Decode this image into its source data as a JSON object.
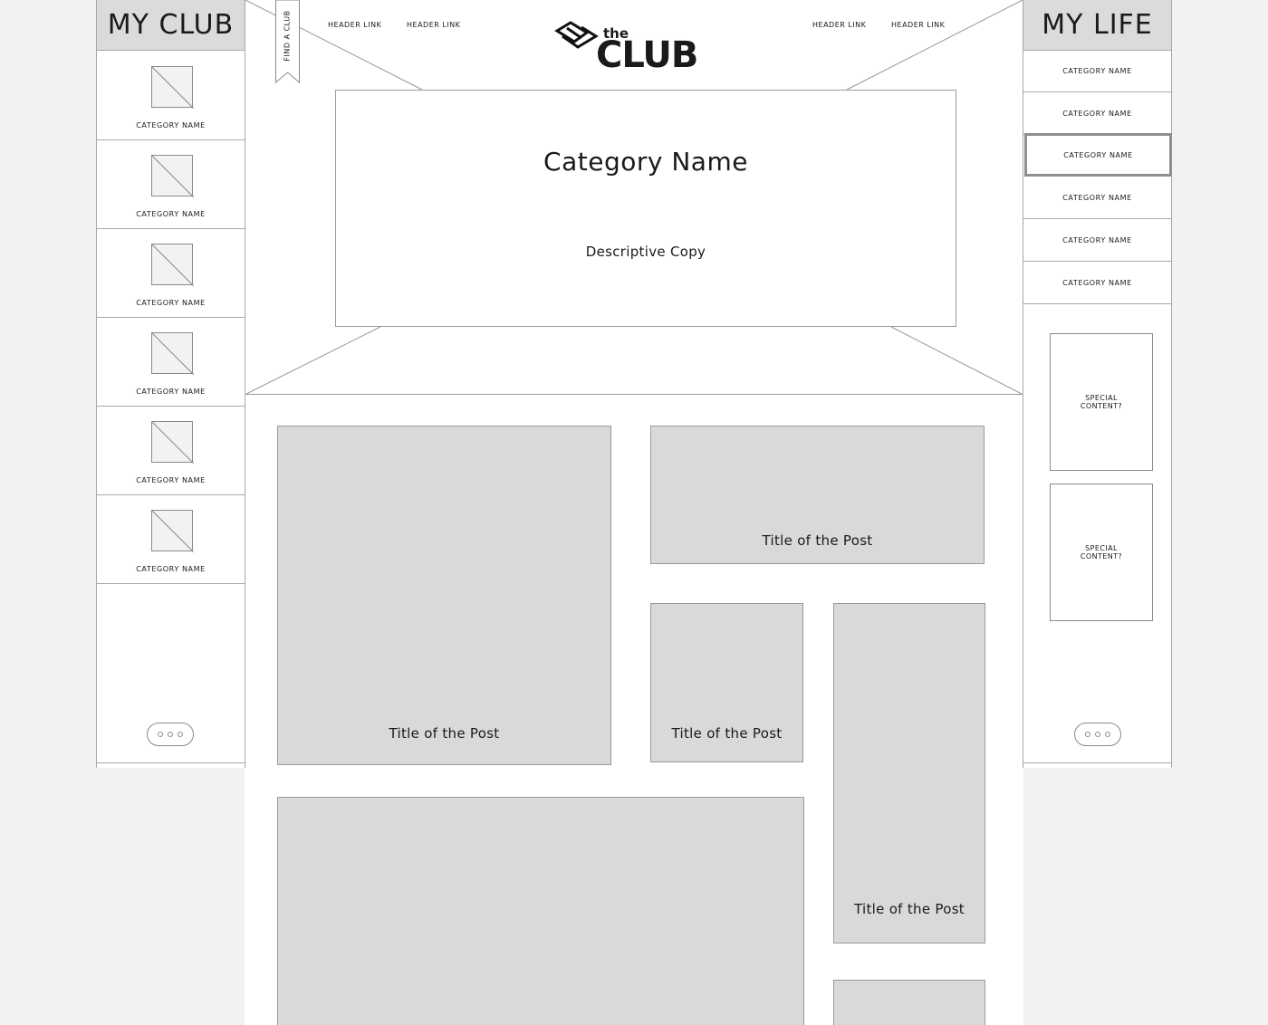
{
  "left_sidebar": {
    "title": "MY CLUB",
    "categories": [
      {
        "label": "CATEGORY NAME"
      },
      {
        "label": "CATEGORY NAME"
      },
      {
        "label": "CATEGORY NAME"
      },
      {
        "label": "CATEGORY NAME"
      },
      {
        "label": "CATEGORY NAME"
      },
      {
        "label": "CATEGORY NAME"
      }
    ]
  },
  "right_sidebar": {
    "title": "MY LIFE",
    "categories": [
      {
        "label": "CATEGORY NAME"
      },
      {
        "label": "CATEGORY NAME"
      },
      {
        "label": "CATEGORY NAME"
      },
      {
        "label": "CATEGORY NAME"
      },
      {
        "label": "CATEGORY NAME"
      },
      {
        "label": "CATEGORY NAME"
      }
    ],
    "special": [
      "SPECIAL\nCONTENT?",
      "SPECIAL\nCONTENT?"
    ]
  },
  "header": {
    "ribbon": "FIND A CLUB",
    "links_left": [
      "HEADER LINK",
      "HEADER LINK"
    ],
    "links_right": [
      "HEADER LINK",
      "HEADER LINK"
    ],
    "logo": {
      "the": "the",
      "club": "CLUB"
    }
  },
  "hero": {
    "title": "Category Name",
    "copy": "Descriptive Copy"
  },
  "posts": [
    {
      "title": "Title of the Post"
    },
    {
      "title": "Title of the Post"
    },
    {
      "title": "Title of the Post"
    },
    {
      "title": "Title of the Post"
    },
    {
      "title": ""
    },
    {
      "title": ""
    }
  ]
}
